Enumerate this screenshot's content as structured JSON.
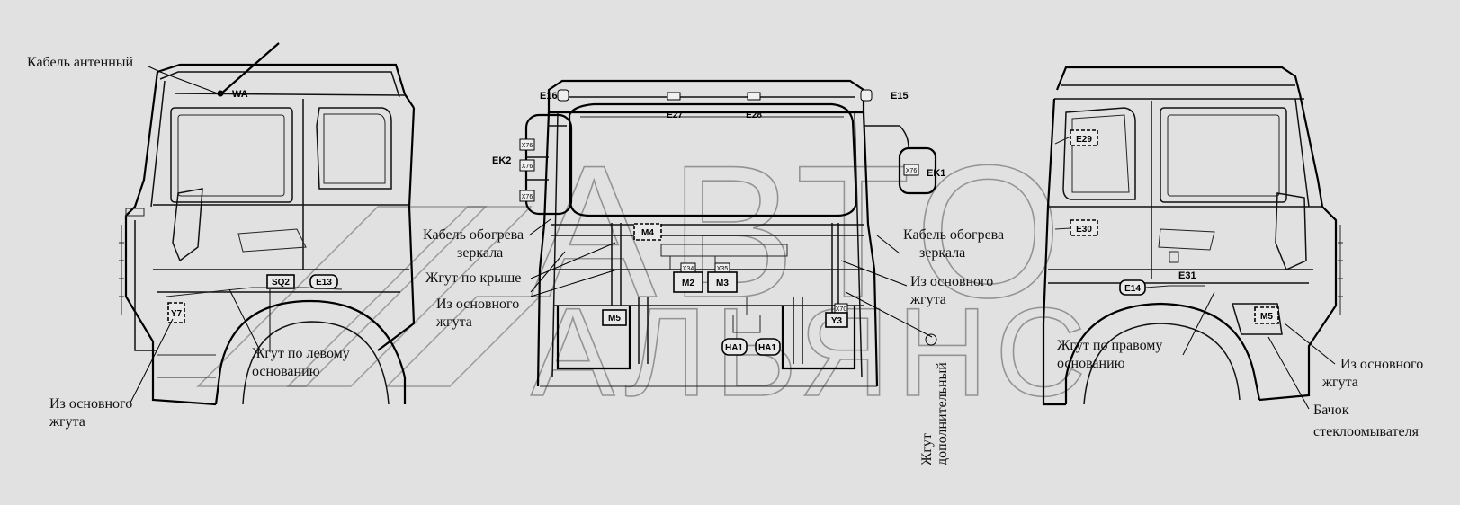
{
  "labels": {
    "antenna_cable": "Кабель антенный",
    "mirror_heat_left_1": "Кабель обогрева",
    "mirror_heat_left_2": "зеркала",
    "mirror_heat_right_1": "Кабель обогрева",
    "mirror_heat_right_2": "зеркала",
    "roof_harness": "Жгут по крыше",
    "from_main_center_1": "Из основного",
    "from_main_center_2": "жгута",
    "from_main_right_1": "Из основного",
    "from_main_right_2": "жгута",
    "from_main_left_1": "Из основного",
    "from_main_left_2": "жгута",
    "from_main_far_right_1": "Из основного",
    "from_main_far_right_2": "жгута",
    "left_base_harness_1": "Жгут по левому",
    "left_base_harness_2": "основанию",
    "right_base_harness_1": "Жгут по правому",
    "right_base_harness_2": "основанию",
    "extra_harness_1": "Жгут",
    "extra_harness_2": "дополнительный",
    "washer_tank_1": "Бачок",
    "washer_tank_2": "стеклоомывателя"
  },
  "components": {
    "WA": "WA",
    "E16": "E16",
    "E15": "E15",
    "E27": "E27",
    "E28": "E28",
    "EK1": "EK1",
    "EK2": "EK2",
    "X76a": "X76",
    "X76b": "X76",
    "X76c": "X76",
    "X76d": "X76",
    "M4": "M4",
    "X34": "X34",
    "X35": "X35",
    "M2": "M2",
    "M3": "M3",
    "M5_center": "M5",
    "HA1_left": "HA1",
    "HA1_right": "HA1",
    "Y3": "Y3",
    "X70": "X70",
    "SQ2": "SQ2",
    "E13": "E13",
    "Y7": "Y7",
    "E29": "E29",
    "E30": "E30",
    "E31": "E31",
    "E14": "E14",
    "M5_right": "M5"
  },
  "watermark": {
    "line1": "АВТО",
    "line2": "АЛЬЯНС"
  }
}
